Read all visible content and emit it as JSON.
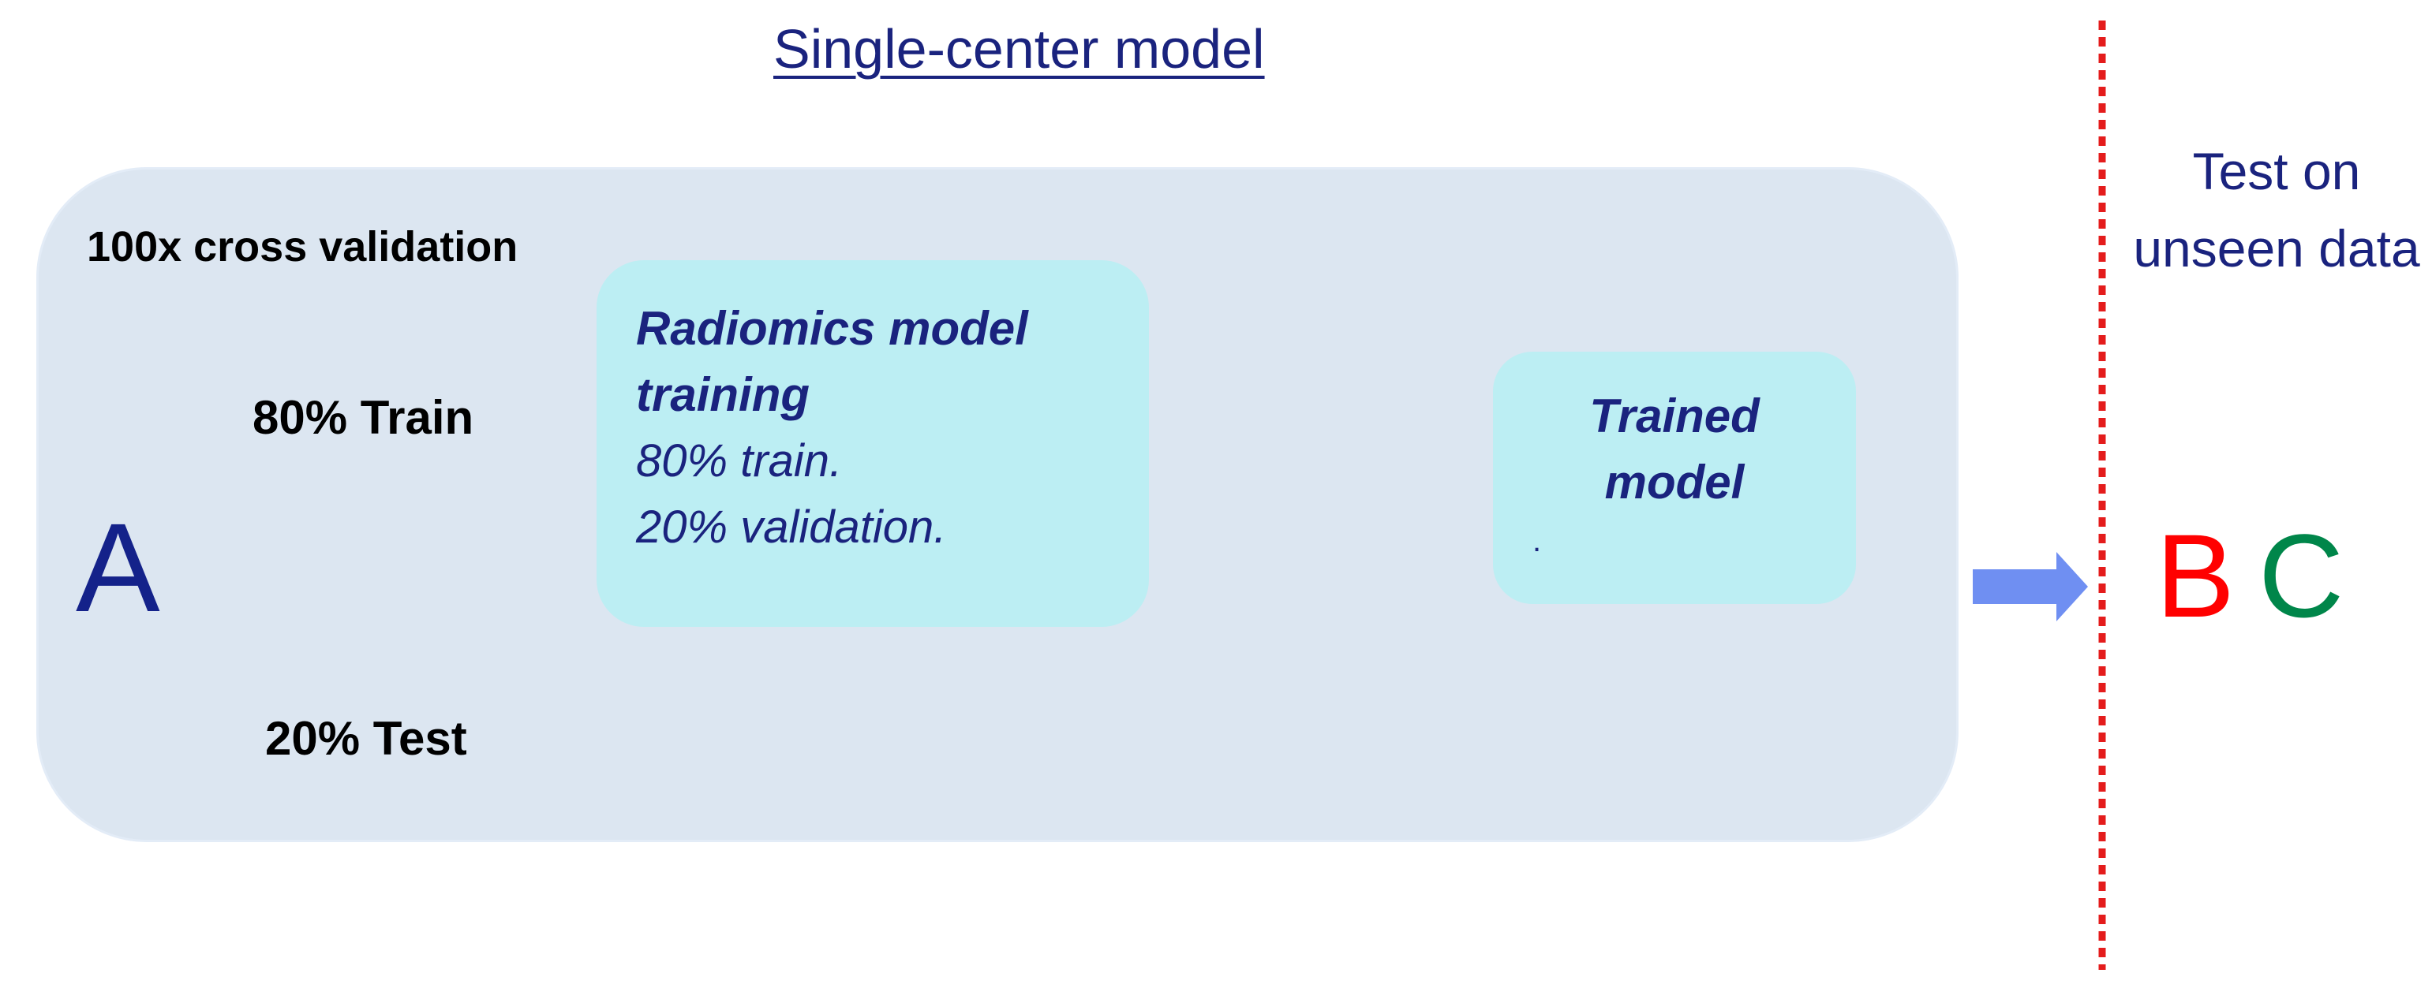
{
  "diagram": {
    "title": "Single-center model",
    "cv_label": "100x cross validation",
    "dataset_a": "A",
    "train_split": "80%  Train",
    "test_split": "20%  Test",
    "training_box": {
      "heading_line1": "Radiomics  model",
      "heading_line2": "training",
      "line1": "80% train.",
      "line2": "20% validation."
    },
    "trained_box": {
      "line1": "Trained",
      "line2": "model",
      "dot": "."
    },
    "test_unseen": {
      "line1": "Test on",
      "line2": "unseen data"
    },
    "dataset_b": "B",
    "dataset_c": "C",
    "colors": {
      "arrow": "#6f8ff2",
      "divider": "#e41c1c",
      "text_blue": "#1a237e",
      "b": "#ff0000",
      "c": "#00864a"
    }
  }
}
